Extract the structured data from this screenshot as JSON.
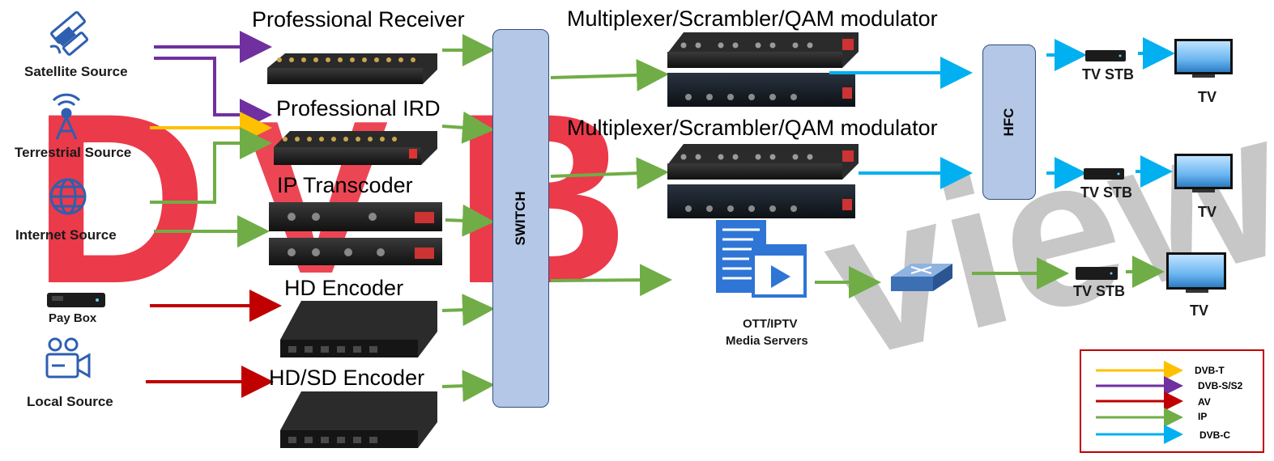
{
  "sources": {
    "satellite": "Satellite Source",
    "terrestrial": "Terrestrial Source",
    "internet": "Internet Source",
    "pay_box": "Pay Box",
    "local": "Local Source"
  },
  "devices": {
    "receiver": "Professional Receiver",
    "ird": "Professional IRD",
    "transcoder": "IP Transcoder",
    "hd_encoder": "HD Encoder",
    "hdsd_encoder": "HD/SD Encoder",
    "mux1": "Multiplexer/Scrambler/QAM modulator",
    "mux2": "Multiplexer/Scrambler/QAM modulator",
    "media_servers_line1": "OTT/IPTV",
    "media_servers_line2": "Media Servers"
  },
  "boxes": {
    "switch": "SWITCH",
    "hfc": "HFC"
  },
  "endpoints": {
    "stb_label_1": "TV  STB",
    "tv_label_1": "TV",
    "stb_label_2": "TV  STB",
    "tv_label_2": "TV",
    "stb_label_3": "TV  STB",
    "tv_label_3": "TV"
  },
  "legend": {
    "items": [
      {
        "label": "DVB-T",
        "color": "#ffc000"
      },
      {
        "label": "DVB-S/S2",
        "color": "#7030a0"
      },
      {
        "label": "AV",
        "color": "#c00000"
      },
      {
        "label": "IP",
        "color": "#70ad47"
      },
      {
        "label": "DVB-C",
        "color": "#00b0f0"
      }
    ]
  },
  "colors": {
    "dvb_t": "#ffc000",
    "dvb_s": "#7030a0",
    "av": "#c00000",
    "ip": "#70ad47",
    "dvb_c": "#00b0f0",
    "box_fill": "#b4c7e7",
    "icon_blue": "#2e5fb0"
  }
}
